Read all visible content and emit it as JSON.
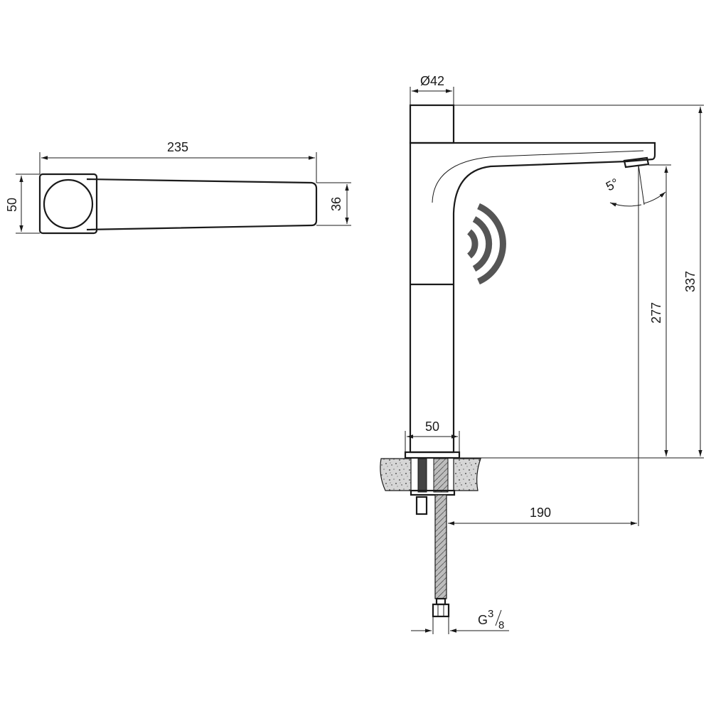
{
  "top_view": {
    "dim_length": "235",
    "dim_height_body": "50",
    "dim_height_spout": "36"
  },
  "side_view": {
    "dim_diameter": "Ø42",
    "dim_base": "50",
    "dim_angle": "5°",
    "dim_outlet_height": "277",
    "dim_total_height": "337",
    "dim_reach": "190",
    "connection_thread": "G",
    "thread_num": "3",
    "thread_den": "8"
  },
  "colors": {
    "line": "#1a1a1a",
    "sensor_waves": "#555555",
    "countertop_fill": "#cfcfcf"
  },
  "icons": [
    "sensor-waves-icon"
  ]
}
